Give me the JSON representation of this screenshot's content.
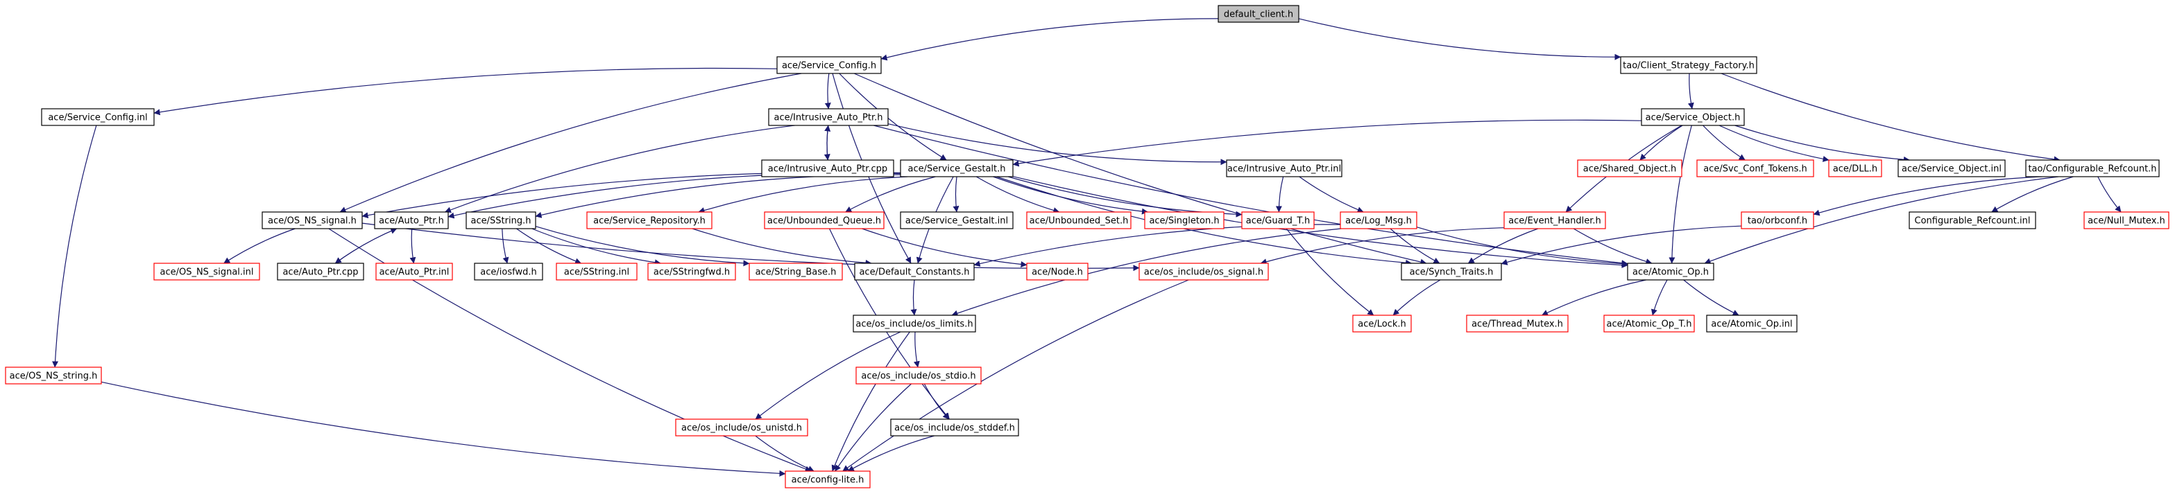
{
  "diagram": {
    "type": "include-dependency-graph",
    "colors": {
      "root_fill": "#bfbfbf",
      "node_fill": "#ffffff",
      "border_normal": "#000000",
      "border_truncated": "#ff0000",
      "edge": "#191970"
    },
    "nodes": [
      {
        "id": "default_client_h",
        "label": "default_client.h",
        "style": "root"
      },
      {
        "id": "ace_service_config_h",
        "label": "ace/Service_Config.h",
        "style": "normal"
      },
      {
        "id": "tao_client_strategy_factory_h",
        "label": "tao/Client_Strategy_Factory.h",
        "style": "normal"
      },
      {
        "id": "ace_service_config_inl",
        "label": "ace/Service_Config.inl",
        "style": "normal"
      },
      {
        "id": "ace_intrusive_auto_ptr_h",
        "label": "ace/Intrusive_Auto_Ptr.h",
        "style": "normal"
      },
      {
        "id": "ace_service_object_h",
        "label": "ace/Service_Object.h",
        "style": "normal"
      },
      {
        "id": "ace_intrusive_auto_ptr_cpp",
        "label": "ace/Intrusive_Auto_Ptr.cpp",
        "style": "normal"
      },
      {
        "id": "ace_service_gestalt_h",
        "label": "ace/Service_Gestalt.h",
        "style": "normal"
      },
      {
        "id": "ace_intrusive_auto_ptr_inl",
        "label": "ace/Intrusive_Auto_Ptr.inl",
        "style": "normal"
      },
      {
        "id": "ace_shared_object_h",
        "label": "ace/Shared_Object.h",
        "style": "truncated"
      },
      {
        "id": "ace_svc_conf_tokens_h",
        "label": "ace/Svc_Conf_Tokens.h",
        "style": "truncated"
      },
      {
        "id": "ace_dll_h",
        "label": "ace/DLL.h",
        "style": "truncated"
      },
      {
        "id": "ace_service_object_inl",
        "label": "ace/Service_Object.inl",
        "style": "normal"
      },
      {
        "id": "tao_configurable_refcount_h",
        "label": "tao/Configurable_Refcount.h",
        "style": "normal"
      },
      {
        "id": "ace_os_ns_signal_h",
        "label": "ace/OS_NS_signal.h",
        "style": "normal"
      },
      {
        "id": "ace_auto_ptr_h",
        "label": "ace/Auto_Ptr.h",
        "style": "normal"
      },
      {
        "id": "ace_sstring_h",
        "label": "ace/SString.h",
        "style": "normal"
      },
      {
        "id": "ace_service_repository_h",
        "label": "ace/Service_Repository.h",
        "style": "truncated"
      },
      {
        "id": "ace_unbounded_queue_h",
        "label": "ace/Unbounded_Queue.h",
        "style": "truncated"
      },
      {
        "id": "ace_service_gestalt_inl",
        "label": "ace/Service_Gestalt.inl",
        "style": "normal"
      },
      {
        "id": "ace_unbounded_set_h",
        "label": "ace/Unbounded_Set.h",
        "style": "truncated"
      },
      {
        "id": "ace_singleton_h",
        "label": "ace/Singleton.h",
        "style": "truncated"
      },
      {
        "id": "ace_guard_t_h",
        "label": "ace/Guard_T.h",
        "style": "truncated"
      },
      {
        "id": "ace_log_msg_h",
        "label": "ace/Log_Msg.h",
        "style": "truncated"
      },
      {
        "id": "ace_event_handler_h",
        "label": "ace/Event_Handler.h",
        "style": "truncated"
      },
      {
        "id": "tao_orbconf_h",
        "label": "tao/orbconf.h",
        "style": "truncated"
      },
      {
        "id": "configurable_refcount_inl",
        "label": "Configurable_Refcount.inl",
        "style": "normal"
      },
      {
        "id": "ace_null_mutex_h",
        "label": "ace/Null_Mutex.h",
        "style": "truncated"
      },
      {
        "id": "ace_os_ns_signal_inl",
        "label": "ace/OS_NS_signal.inl",
        "style": "truncated"
      },
      {
        "id": "ace_auto_ptr_cpp",
        "label": "ace/Auto_Ptr.cpp",
        "style": "normal"
      },
      {
        "id": "ace_auto_ptr_inl",
        "label": "ace/Auto_Ptr.inl",
        "style": "truncated"
      },
      {
        "id": "ace_iosfwd_h",
        "label": "ace/iosfwd.h",
        "style": "normal"
      },
      {
        "id": "ace_sstring_inl",
        "label": "ace/SString.inl",
        "style": "truncated"
      },
      {
        "id": "ace_sstringfwd_h",
        "label": "ace/SStringfwd.h",
        "style": "truncated"
      },
      {
        "id": "ace_string_base_h",
        "label": "ace/String_Base.h",
        "style": "truncated"
      },
      {
        "id": "ace_default_constants_h",
        "label": "ace/Default_Constants.h",
        "style": "normal"
      },
      {
        "id": "ace_node_h",
        "label": "ace/Node.h",
        "style": "truncated"
      },
      {
        "id": "ace_os_include_os_signal_h",
        "label": "ace/os_include/os_signal.h",
        "style": "truncated"
      },
      {
        "id": "ace_synch_traits_h",
        "label": "ace/Synch_Traits.h",
        "style": "normal"
      },
      {
        "id": "ace_atomic_op_h",
        "label": "ace/Atomic_Op.h",
        "style": "normal"
      },
      {
        "id": "ace_os_include_os_limits_h",
        "label": "ace/os_include/os_limits.h",
        "style": "normal"
      },
      {
        "id": "ace_lock_h",
        "label": "ace/Lock.h",
        "style": "truncated"
      },
      {
        "id": "ace_thread_mutex_h",
        "label": "ace/Thread_Mutex.h",
        "style": "truncated"
      },
      {
        "id": "ace_atomic_op_t_h",
        "label": "ace/Atomic_Op_T.h",
        "style": "truncated"
      },
      {
        "id": "ace_atomic_op_inl",
        "label": "ace/Atomic_Op.inl",
        "style": "normal"
      },
      {
        "id": "ace_os_ns_string_h",
        "label": "ace/OS_NS_string.h",
        "style": "truncated"
      },
      {
        "id": "ace_os_include_os_stdio_h",
        "label": "ace/os_include/os_stdio.h",
        "style": "truncated"
      },
      {
        "id": "ace_os_include_os_unistd_h",
        "label": "ace/os_include/os_unistd.h",
        "style": "truncated"
      },
      {
        "id": "ace_os_include_os_stddef_h",
        "label": "ace/os_include/os_stddef.h",
        "style": "normal"
      },
      {
        "id": "ace_config_lite_h",
        "label": "ace/config-lite.h",
        "style": "truncated"
      }
    ],
    "edges": [
      [
        "default_client_h",
        "ace_service_config_h"
      ],
      [
        "default_client_h",
        "tao_client_strategy_factory_h"
      ],
      [
        "ace_service_config_h",
        "ace_service_config_inl"
      ],
      [
        "ace_service_config_h",
        "ace_intrusive_auto_ptr_h"
      ],
      [
        "ace_service_config_h",
        "ace_service_gestalt_h"
      ],
      [
        "ace_service_config_h",
        "ace_os_ns_signal_h"
      ],
      [
        "ace_service_config_h",
        "ace_default_constants_h"
      ],
      [
        "ace_service_config_h",
        "ace_synch_traits_h"
      ],
      [
        "ace_service_config_inl",
        "ace_os_ns_string_h"
      ],
      [
        "ace_intrusive_auto_ptr_h",
        "ace_intrusive_auto_ptr_cpp"
      ],
      [
        "ace_intrusive_auto_ptr_cpp",
        "ace_intrusive_auto_ptr_h"
      ],
      [
        "ace_intrusive_auto_ptr_h",
        "ace_intrusive_auto_ptr_inl"
      ],
      [
        "ace_intrusive_auto_ptr_h",
        "ace_auto_ptr_h"
      ],
      [
        "ace_intrusive_auto_ptr_h",
        "ace_atomic_op_h"
      ],
      [
        "ace_intrusive_auto_ptr_inl",
        "ace_guard_t_h"
      ],
      [
        "ace_intrusive_auto_ptr_inl",
        "ace_log_msg_h"
      ],
      [
        "tao_client_strategy_factory_h",
        "ace_service_object_h"
      ],
      [
        "tao_client_strategy_factory_h",
        "tao_configurable_refcount_h"
      ],
      [
        "ace_service_object_h",
        "ace_service_gestalt_h"
      ],
      [
        "ace_service_object_h",
        "ace_shared_object_h"
      ],
      [
        "ace_service_object_h",
        "ace_svc_conf_tokens_h"
      ],
      [
        "ace_service_object_h",
        "ace_dll_h"
      ],
      [
        "ace_service_object_h",
        "ace_service_object_inl"
      ],
      [
        "ace_service_object_h",
        "ace_event_handler_h"
      ],
      [
        "ace_service_object_h",
        "ace_atomic_op_h"
      ],
      [
        "tao_configurable_refcount_h",
        "tao_orbconf_h"
      ],
      [
        "tao_configurable_refcount_h",
        "configurable_refcount_inl"
      ],
      [
        "tao_configurable_refcount_h",
        "ace_null_mutex_h"
      ],
      [
        "tao_configurable_refcount_h",
        "ace_atomic_op_h"
      ],
      [
        "ace_service_gestalt_h",
        "ace_os_ns_signal_h"
      ],
      [
        "ace_service_gestalt_h",
        "ace_auto_ptr_h"
      ],
      [
        "ace_service_gestalt_h",
        "ace_sstring_h"
      ],
      [
        "ace_service_gestalt_h",
        "ace_service_repository_h"
      ],
      [
        "ace_service_gestalt_h",
        "ace_unbounded_queue_h"
      ],
      [
        "ace_service_gestalt_h",
        "ace_service_gestalt_inl"
      ],
      [
        "ace_service_gestalt_h",
        "ace_unbounded_set_h"
      ],
      [
        "ace_service_gestalt_h",
        "ace_singleton_h"
      ],
      [
        "ace_service_gestalt_h",
        "ace_guard_t_h"
      ],
      [
        "ace_service_gestalt_h",
        "ace_default_constants_h"
      ],
      [
        "ace_service_gestalt_h",
        "ace_synch_traits_h"
      ],
      [
        "ace_service_gestalt_h",
        "ace_atomic_op_h"
      ],
      [
        "ace_os_ns_signal_h",
        "ace_os_ns_signal_inl"
      ],
      [
        "ace_os_ns_signal_h",
        "ace_os_include_os_signal_h"
      ],
      [
        "ace_os_ns_signal_h",
        "ace_config_lite_h"
      ],
      [
        "ace_auto_ptr_h",
        "ace_auto_ptr_cpp"
      ],
      [
        "ace_auto_ptr_cpp",
        "ace_auto_ptr_h"
      ],
      [
        "ace_auto_ptr_h",
        "ace_auto_ptr_inl"
      ],
      [
        "ace_sstring_h",
        "ace_iosfwd_h"
      ],
      [
        "ace_sstring_h",
        "ace_sstring_inl"
      ],
      [
        "ace_sstring_h",
        "ace_sstringfwd_h"
      ],
      [
        "ace_sstring_h",
        "ace_string_base_h"
      ],
      [
        "ace_service_repository_h",
        "ace_default_constants_h"
      ],
      [
        "ace_unbounded_queue_h",
        "ace_node_h"
      ],
      [
        "ace_unbounded_queue_h",
        "ace_os_include_os_stddef_h"
      ],
      [
        "ace_guard_t_h",
        "ace_lock_h"
      ],
      [
        "ace_log_msg_h",
        "ace_default_constants_h"
      ],
      [
        "ace_log_msg_h",
        "ace_synch_traits_h"
      ],
      [
        "ace_log_msg_h",
        "ace_atomic_op_h"
      ],
      [
        "ace_log_msg_h",
        "ace_os_include_os_limits_h"
      ],
      [
        "ace_event_handler_h",
        "ace_os_include_os_signal_h"
      ],
      [
        "ace_event_handler_h",
        "ace_synch_traits_h"
      ],
      [
        "ace_event_handler_h",
        "ace_atomic_op_h"
      ],
      [
        "tao_orbconf_h",
        "ace_synch_traits_h"
      ],
      [
        "ace_synch_traits_h",
        "ace_lock_h"
      ],
      [
        "ace_atomic_op_h",
        "ace_thread_mutex_h"
      ],
      [
        "ace_atomic_op_h",
        "ace_atomic_op_t_h"
      ],
      [
        "ace_atomic_op_h",
        "ace_atomic_op_inl"
      ],
      [
        "ace_default_constants_h",
        "ace_os_include_os_limits_h"
      ],
      [
        "ace_os_include_os_signal_h",
        "ace_config_lite_h"
      ],
      [
        "ace_os_include_os_limits_h",
        "ace_os_include_os_unistd_h"
      ],
      [
        "ace_os_include_os_limits_h",
        "ace_os_include_os_stdio_h"
      ],
      [
        "ace_os_include_os_limits_h",
        "ace_config_lite_h"
      ],
      [
        "ace_os_include_os_stdio_h",
        "ace_os_include_os_stddef_h"
      ],
      [
        "ace_os_include_os_stdio_h",
        "ace_config_lite_h"
      ],
      [
        "ace_os_include_os_unistd_h",
        "ace_config_lite_h"
      ],
      [
        "ace_os_include_os_stddef_h",
        "ace_config_lite_h"
      ],
      [
        "ace_os_ns_string_h",
        "ace_config_lite_h"
      ]
    ]
  }
}
